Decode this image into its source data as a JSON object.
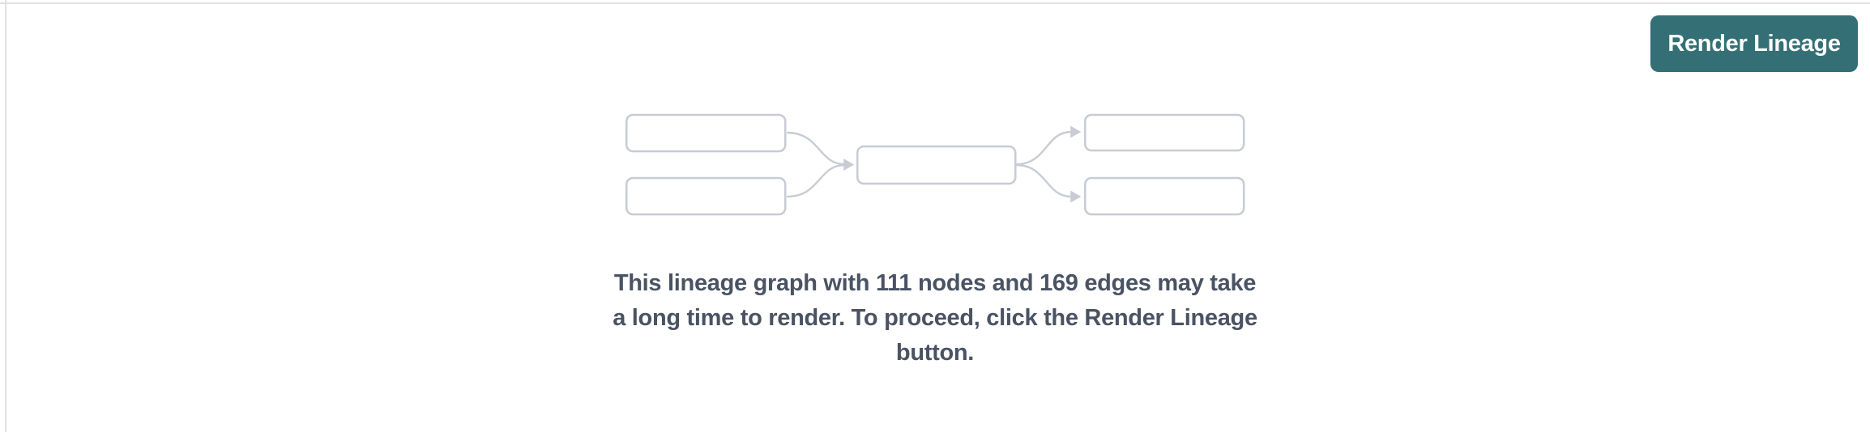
{
  "panel": {
    "background_color": "#ffffff",
    "border_color": "#e0e1e5"
  },
  "toolbar": {
    "render_lineage_label": "Render Lineage",
    "button_color": "#346f76",
    "button_text_color": "#ffffff"
  },
  "placeholder": {
    "illustration": {
      "name": "lineage-graph-preview",
      "stroke_color": "#c8ccd4",
      "fill_color": "#ffffff"
    },
    "message": "This lineage graph with 111 nodes and 169 edges may take a long time to render. To proceed, click the Render Lineage button.",
    "message_lines": [
      "This lineage graph with 111 nodes and 169 edges may take",
      "a long time to render. To proceed, click the Render Lineage",
      "button."
    ],
    "stats": {
      "nodes": 111,
      "edges": 169
    },
    "text_color": "#4a5363"
  }
}
